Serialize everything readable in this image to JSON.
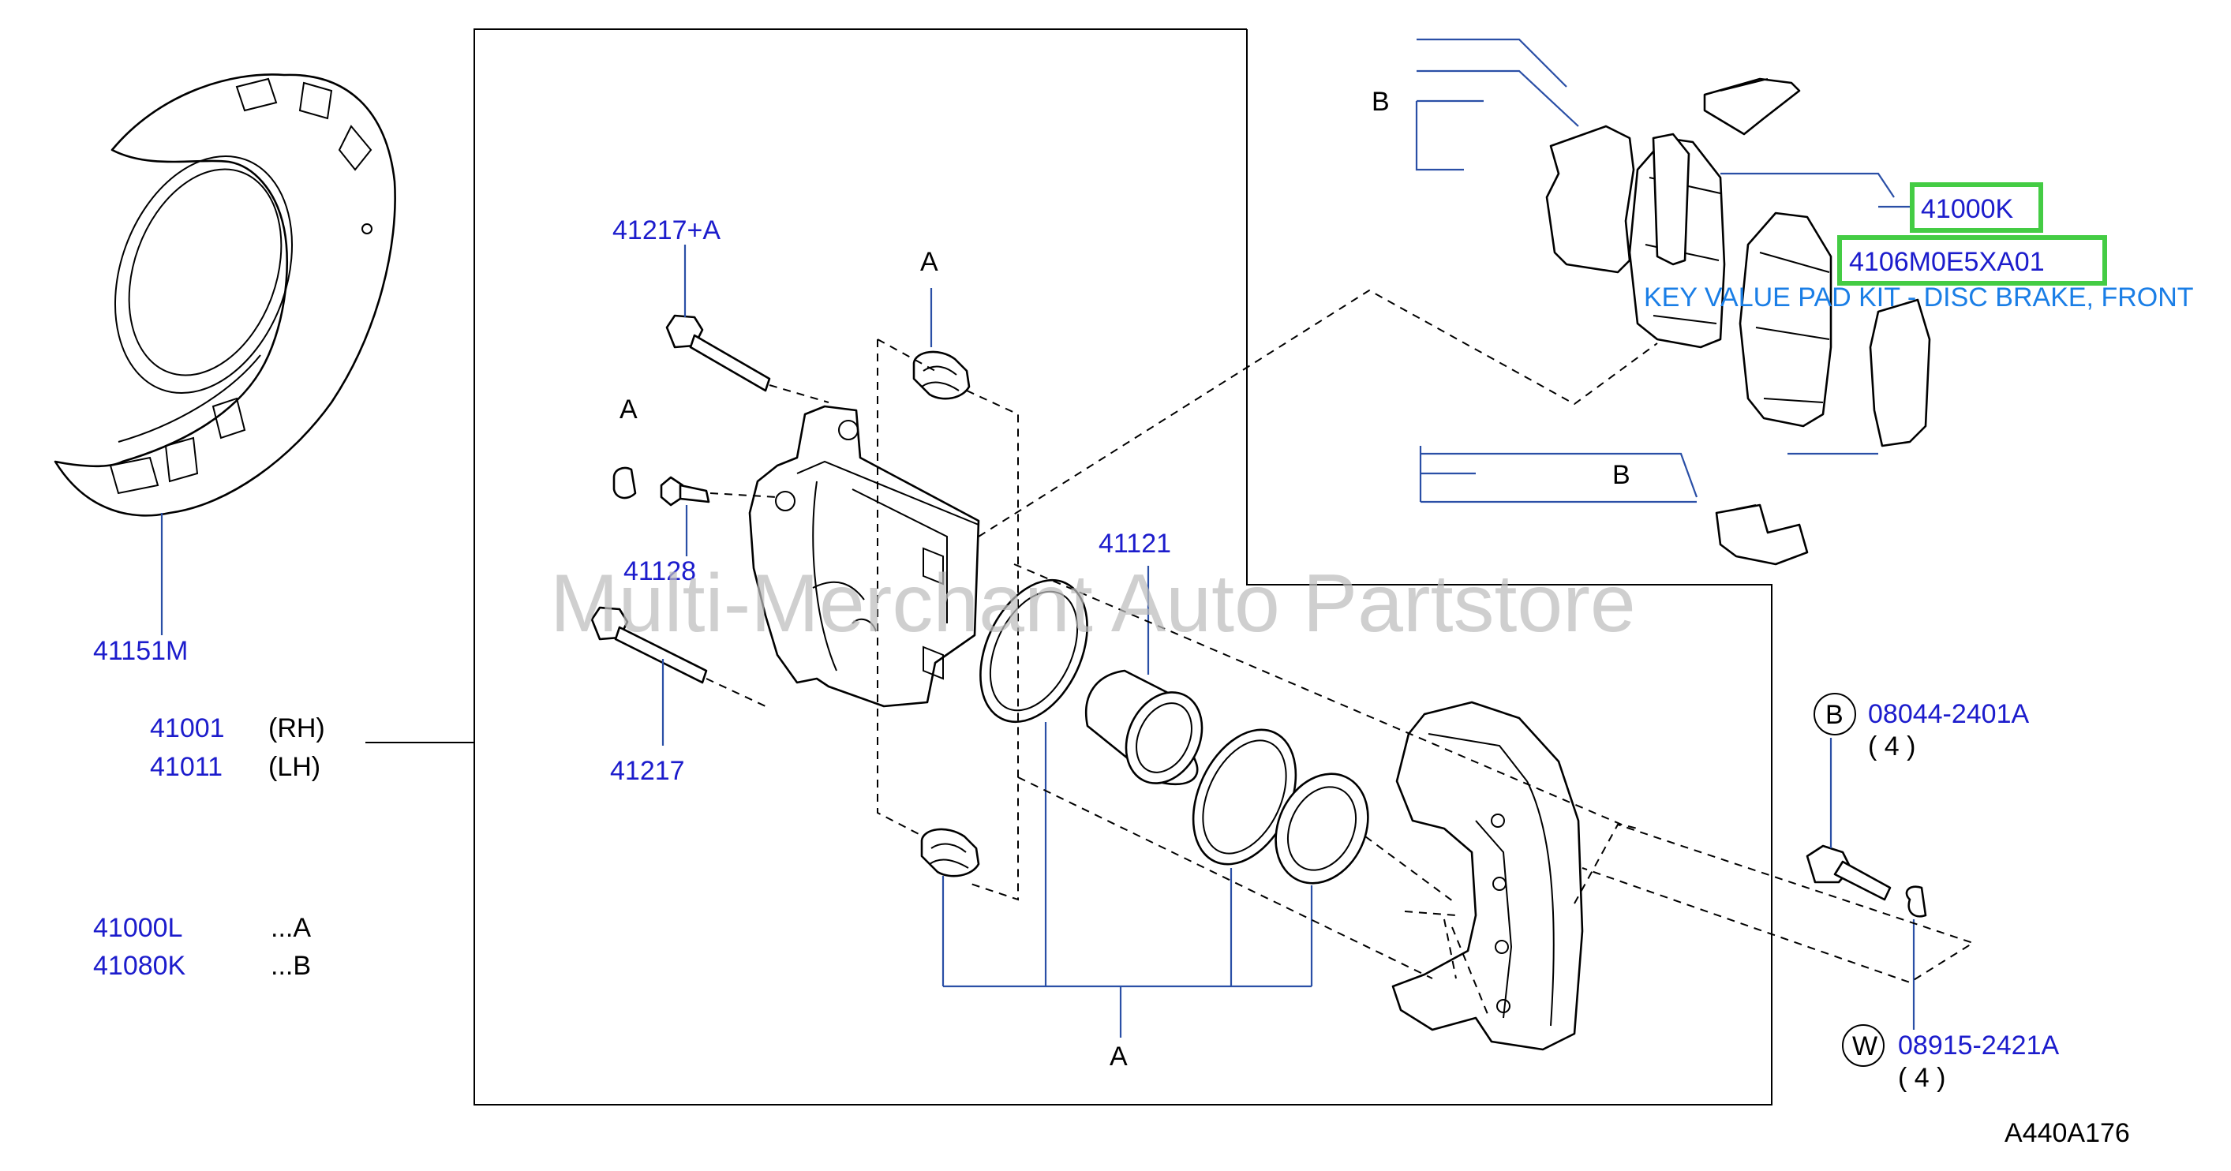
{
  "watermark": "Multi-Merchant Auto Partstore",
  "diagram_code": "A440A176",
  "colors": {
    "part_number": "#1c1ccc",
    "description": "#1a7ee6",
    "highlight": "#44cc44",
    "leader": "#2a4fa6"
  },
  "callouts": {
    "dust_shield": "41151M",
    "caliper_rh": "41001",
    "caliper_rh_side": "(RH)",
    "caliper_lh": "41011",
    "caliper_lh_side": "(LH)",
    "pin_bolt_kit": "41217+A",
    "slide_pin_bolt": "41217",
    "bleeder": "41128",
    "piston": "41121",
    "seal_kit": "41000L",
    "seal_kit_ref": "...A",
    "hardware_kit": "41080K",
    "hardware_kit_ref": "...B",
    "pad_kit": "41000K",
    "pad_kit_alt": "4106M0E5XA01",
    "pad_kit_desc": "KEY VALUE PAD KIT - DISC BRAKE, FRONT",
    "bolt": "08044-2401A",
    "bolt_qty": "( 4 )",
    "bolt_ref": "B",
    "washer": "08915-2421A",
    "washer_qty": "( 4 )",
    "washer_ref": "W",
    "ref_a": "A",
    "ref_b": "B"
  }
}
